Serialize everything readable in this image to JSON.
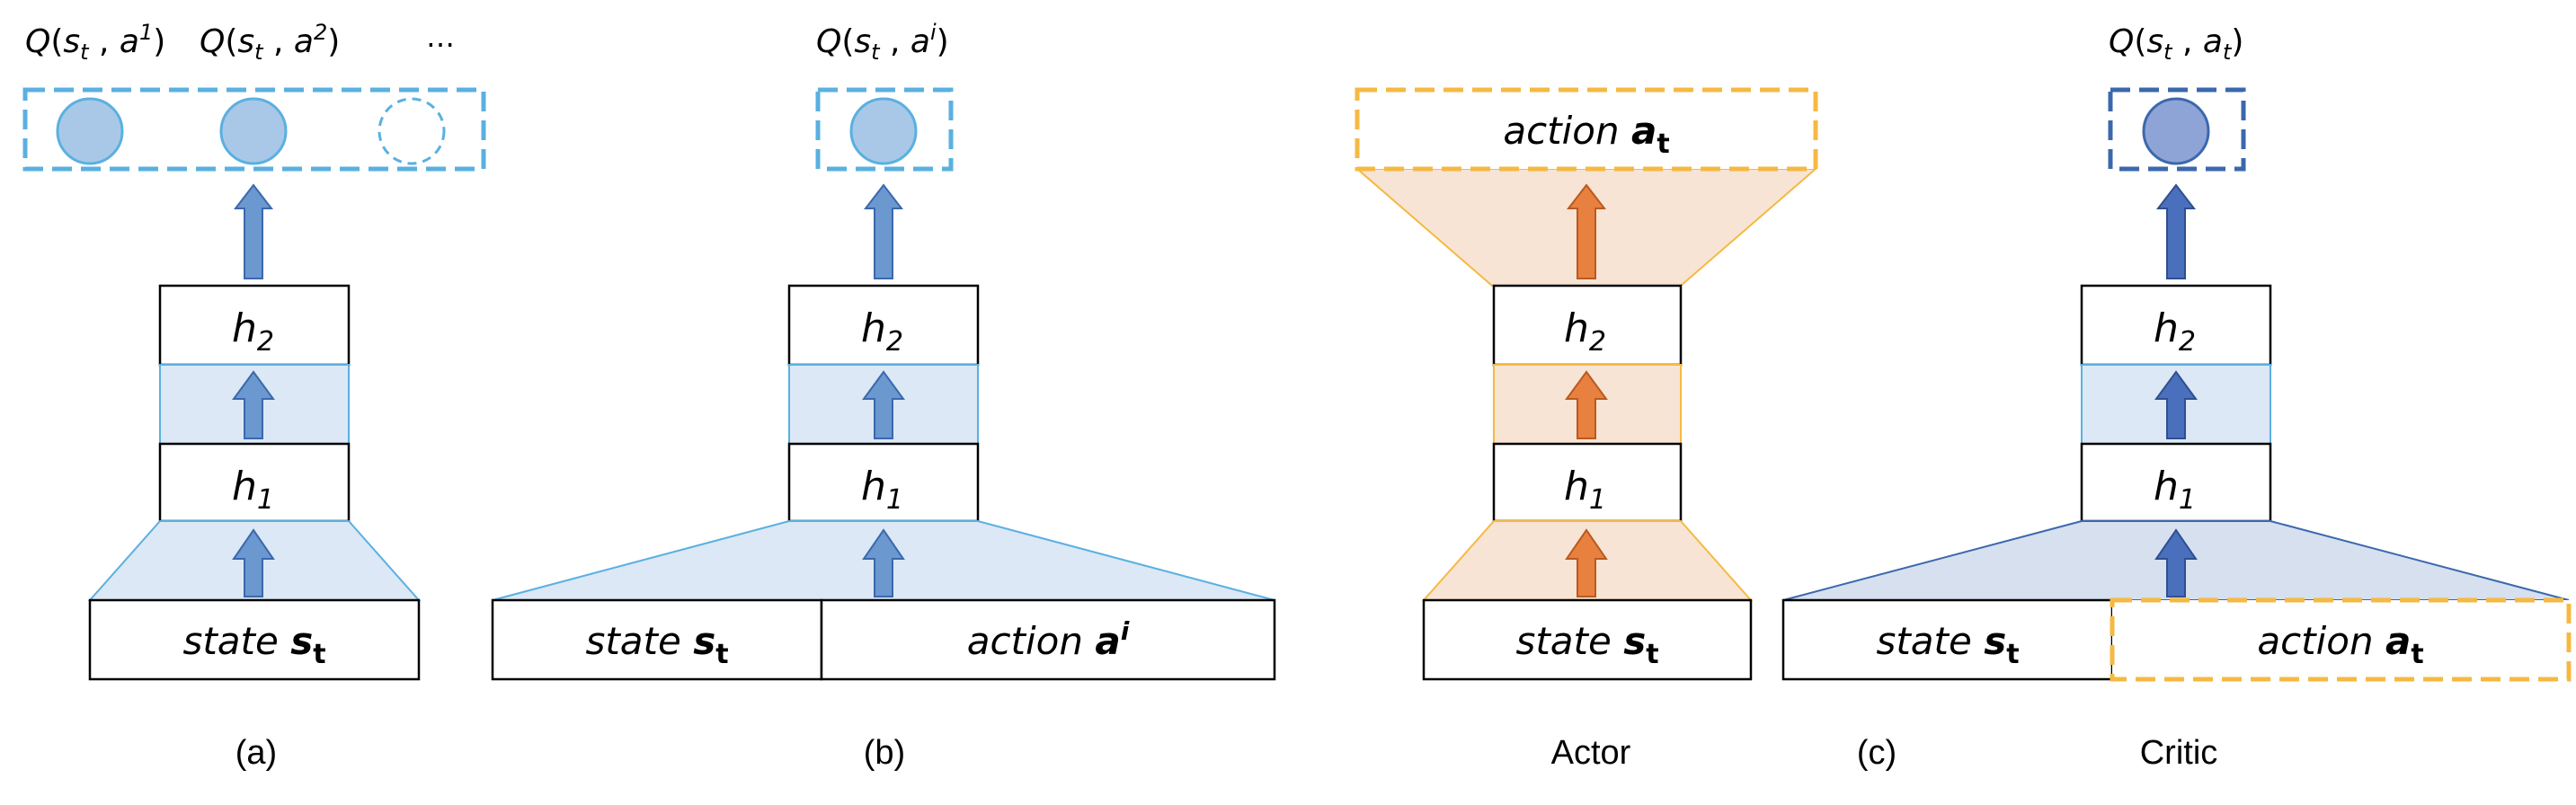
{
  "colors": {
    "blue_fill": "#dce8f5",
    "blue_line": "#5ab0e0",
    "blue_arrow": "#6a98cf",
    "blue_node": "#a9c8e8",
    "navy_fill": "#d6e0ef",
    "navy_line": "#3b68ad",
    "navy_arrow": "#4a70bd",
    "navy_node": "#8fa4d6",
    "orange_fill": "#f8e4d5",
    "orange_line": "#f5b942",
    "orange_arrow": "#e8803f"
  },
  "panel_a": {
    "q_labels": [
      {
        "q": "Q",
        "s": "s",
        "sub": "t",
        "a": "a",
        "sup": "1"
      },
      {
        "q": "Q",
        "s": "s",
        "sub": "t",
        "a": "a",
        "sup": "2"
      }
    ],
    "ellipsis": "…",
    "h2": {
      "main": "h",
      "sub": "2"
    },
    "h1": {
      "main": "h",
      "sub": "1"
    },
    "input": {
      "word": "state",
      "sym": "s",
      "sub": "t"
    },
    "caption": "(a)"
  },
  "panel_b": {
    "q_label": {
      "q": "Q",
      "s": "s",
      "sub": "t",
      "a": "a",
      "sup": "i"
    },
    "h2": {
      "main": "h",
      "sub": "2"
    },
    "h1": {
      "main": "h",
      "sub": "1"
    },
    "input_state": {
      "word": "state",
      "sym": "s",
      "sub": "t"
    },
    "input_action": {
      "word": "action",
      "sym": "a",
      "sup": "i"
    },
    "caption": "(b)"
  },
  "actor": {
    "output": {
      "word": "action",
      "sym": "a",
      "sub": "t"
    },
    "h2": {
      "main": "h",
      "sub": "2"
    },
    "h1": {
      "main": "h",
      "sub": "1"
    },
    "input": {
      "word": "state",
      "sym": "s",
      "sub": "t"
    },
    "caption": "Actor"
  },
  "critic": {
    "q_label": {
      "q": "Q",
      "s": "s",
      "sub": "t",
      "a": "a",
      "asub": "t"
    },
    "h2": {
      "main": "h",
      "sub": "2"
    },
    "h1": {
      "main": "h",
      "sub": "1"
    },
    "input_state": {
      "word": "state",
      "sym": "s",
      "sub": "t"
    },
    "input_action": {
      "word": "action",
      "sym": "a",
      "sub": "t"
    },
    "caption": "Critic"
  },
  "panel_c_caption": "(c)"
}
